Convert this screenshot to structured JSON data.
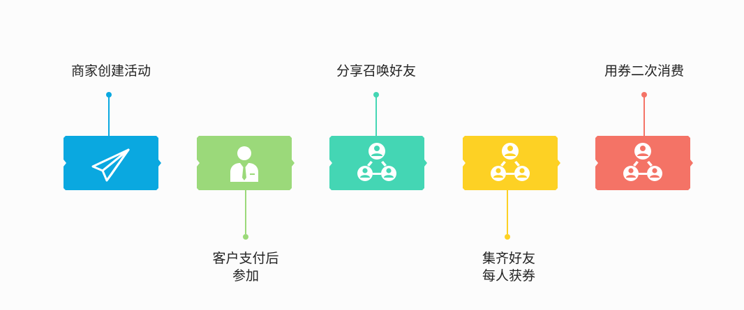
{
  "steps": [
    {
      "label_lines": [
        "商家创建活动"
      ],
      "position": "top",
      "color": "#0aa8e0",
      "icon": "paper-plane-icon"
    },
    {
      "label_lines": [
        "客户支付后",
        "参加"
      ],
      "position": "bottom",
      "color": "#9bd97a",
      "icon": "businessman-icon"
    },
    {
      "label_lines": [
        "分享召唤好友"
      ],
      "position": "top",
      "color": "#44d6b4",
      "icon": "user-network-icon"
    },
    {
      "label_lines": [
        "集齐好友",
        "每人获券"
      ],
      "position": "bottom",
      "color": "#fdd124",
      "icon": "user-network-icon"
    },
    {
      "label_lines": [
        "用券二次消费"
      ],
      "position": "top",
      "color": "#f47366",
      "icon": "user-network-icon"
    }
  ]
}
